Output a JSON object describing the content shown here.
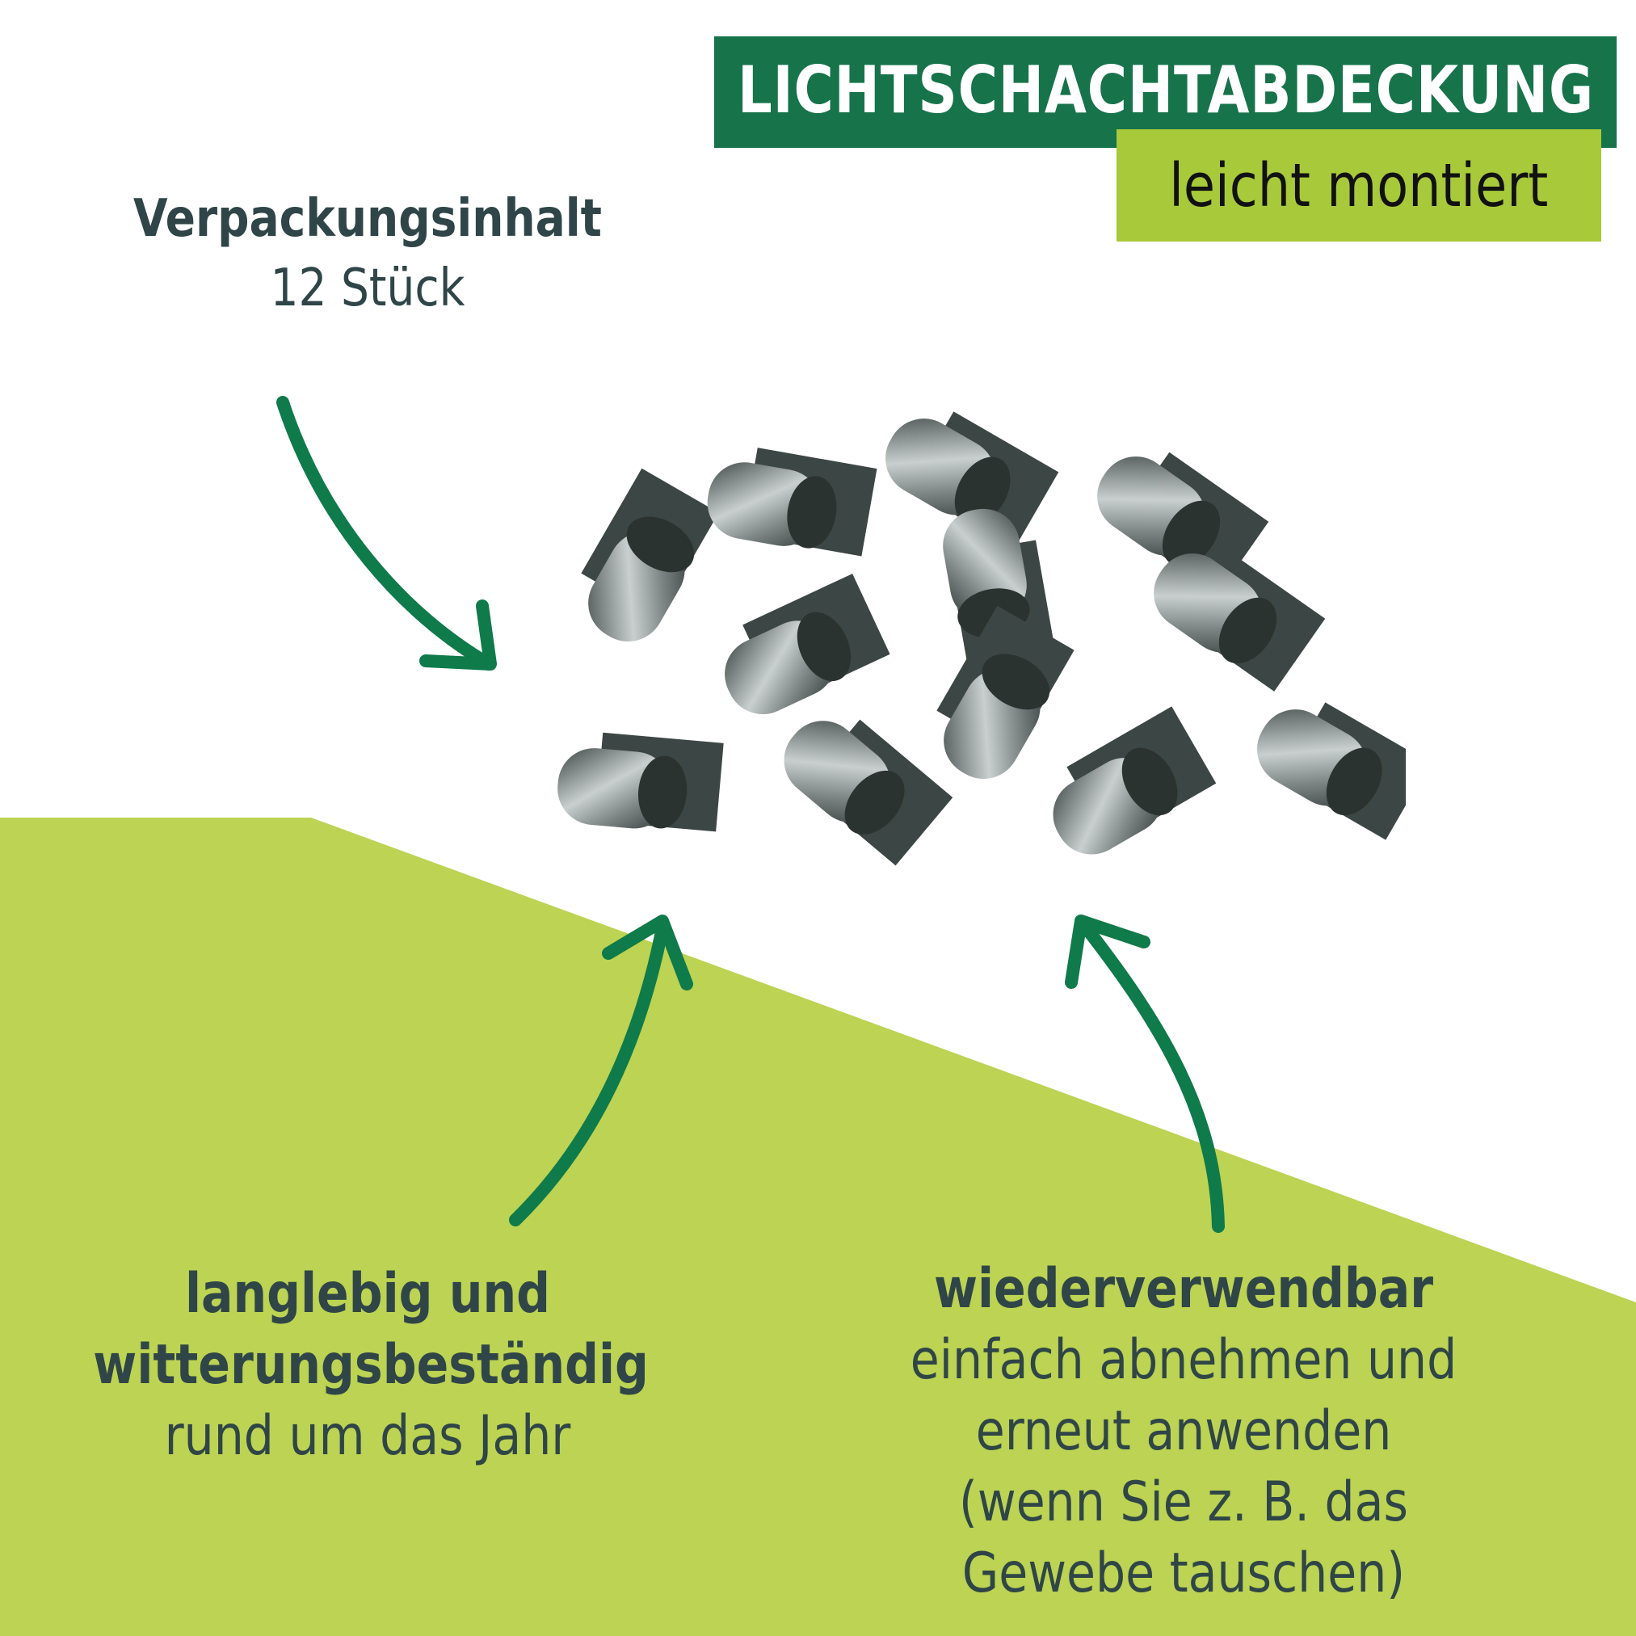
{
  "header": {
    "title": "LICHTSCHACHTABDECKUNG",
    "subtitle": "leicht montiert"
  },
  "package": {
    "label": "Verpackungsinhalt",
    "quantity": "12 Stück"
  },
  "features": [
    {
      "title_lines": [
        "langlebig und",
        "witterungsbeständig"
      ],
      "detail_lines": [
        "rund um das Jahr"
      ]
    },
    {
      "title_lines": [
        "wiederverwendbar"
      ],
      "detail_lines": [
        "einfach abnehmen und",
        "erneut anwenden",
        "(wenn Sie z. B. das",
        "Gewebe tauschen)"
      ]
    }
  ],
  "product_image": {
    "icon": "metal-clip-icon",
    "count": 12
  },
  "colors": {
    "header_green": "#16734a",
    "subtitle_lime": "#a8c93a",
    "background_lime": "#bcd353",
    "arrow_green": "#0f7a4a",
    "text_dark": "#2f4547"
  }
}
